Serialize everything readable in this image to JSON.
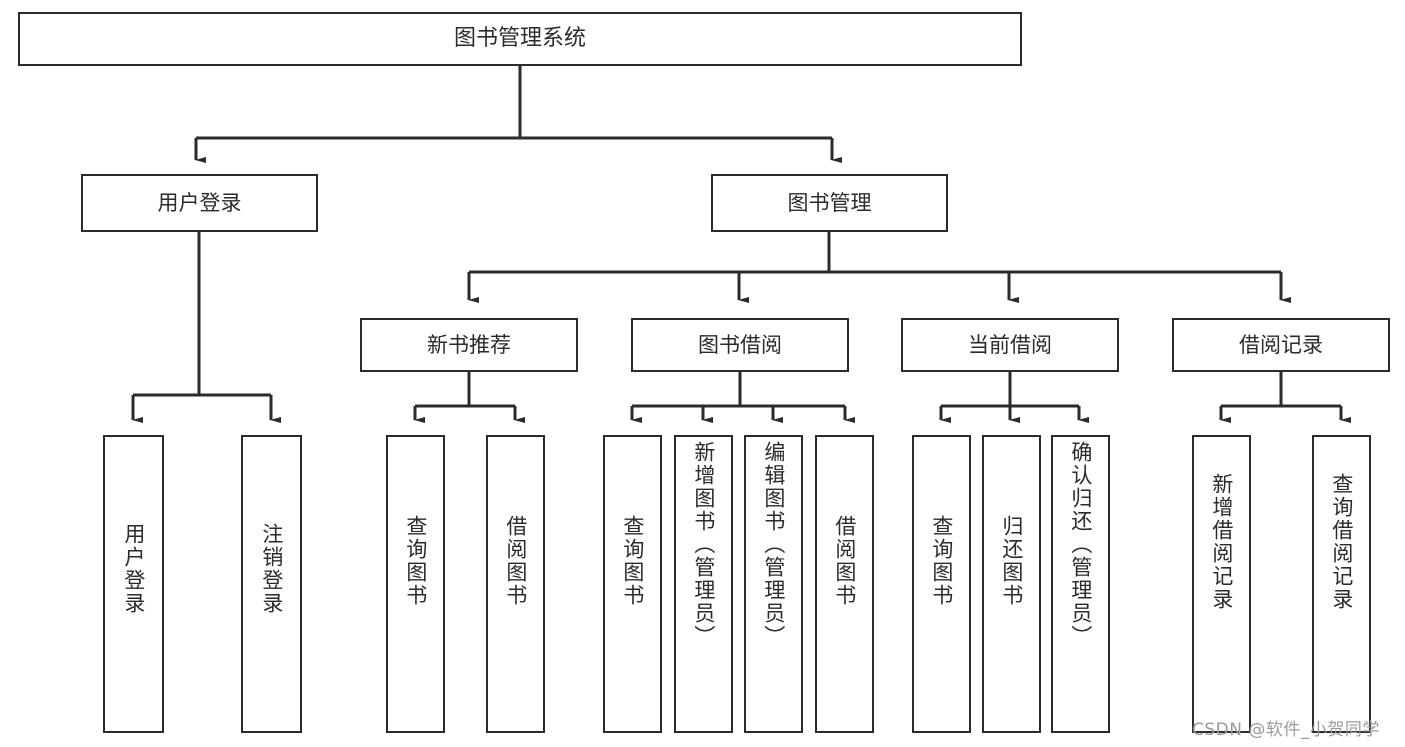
{
  "diagram": {
    "title": "图书管理系统",
    "watermark": "CSDN @软件_小贺同学",
    "colors": {
      "node_border": "#2b2b2b",
      "node_fill": "#ffffff",
      "edge": "#2b2b2b",
      "background": "#ffffff",
      "watermark": "#9a9a9a"
    },
    "nodes": {
      "root": {
        "label": "图书管理系统"
      },
      "level1": [
        {
          "id": "user-login",
          "label": "用户登录"
        },
        {
          "id": "book-management",
          "label": "图书管理"
        }
      ],
      "level2": [
        {
          "id": "new-book-recommend",
          "label": "新书推荐"
        },
        {
          "id": "book-borrow",
          "label": "图书借阅"
        },
        {
          "id": "current-borrow",
          "label": "当前借阅"
        },
        {
          "id": "borrow-record",
          "label": "借阅记录"
        }
      ],
      "leaves": {
        "user_login": [
          {
            "id": "leaf-user-login",
            "label": "用户登录"
          },
          {
            "id": "leaf-logout-login",
            "label": "注销登录"
          }
        ],
        "new_book_recommend": [
          {
            "id": "leaf-query-book-1",
            "label": "查询图书"
          },
          {
            "id": "leaf-borrow-book-1",
            "label": "借阅图书"
          }
        ],
        "book_borrow": [
          {
            "id": "leaf-query-book-2",
            "label": "查询图书"
          },
          {
            "id": "leaf-add-book",
            "label": "新增图书（管理员）"
          },
          {
            "id": "leaf-edit-book",
            "label": "编辑图书（管理员）"
          },
          {
            "id": "leaf-borrow-book-2",
            "label": "借阅图书"
          }
        ],
        "current_borrow": [
          {
            "id": "leaf-query-book-3",
            "label": "查询图书"
          },
          {
            "id": "leaf-return-book",
            "label": "归还图书"
          },
          {
            "id": "leaf-confirm-return",
            "label": "确认归还（管理员）"
          }
        ],
        "borrow_record": [
          {
            "id": "leaf-add-record",
            "label": "新增借阅记录"
          },
          {
            "id": "leaf-query-record",
            "label": "查询借阅记录"
          }
        ]
      }
    }
  }
}
